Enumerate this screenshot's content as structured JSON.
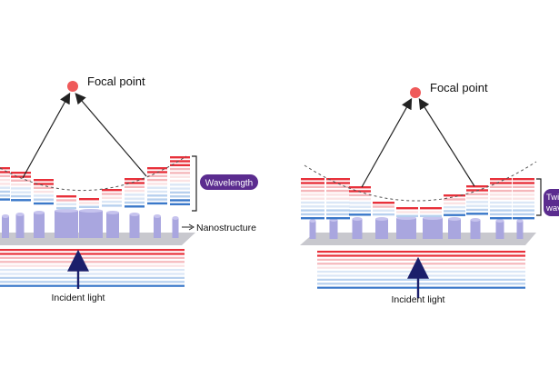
{
  "labels": {
    "focal_point": "Focal point",
    "wavelength": "Wavelength",
    "nanostructure": "Nanostructure",
    "incident_light": "Incident light",
    "twice_wavelength_line1": "Twi",
    "twice_wavelength_line2": "wav"
  },
  "colors": {
    "red_strong": "#e8303a",
    "red_light": "#f5b7bb",
    "blue_strong": "#3a78c9",
    "blue_light": "#b7d0ee",
    "pillar": "#a9a6df",
    "pillar_top": "#c6c3ee",
    "base": "#c8c8ce",
    "focal_dot": "#ef5a5a",
    "badge": "#5b2c8f",
    "arrow_dark": "#1b1f6b"
  }
}
